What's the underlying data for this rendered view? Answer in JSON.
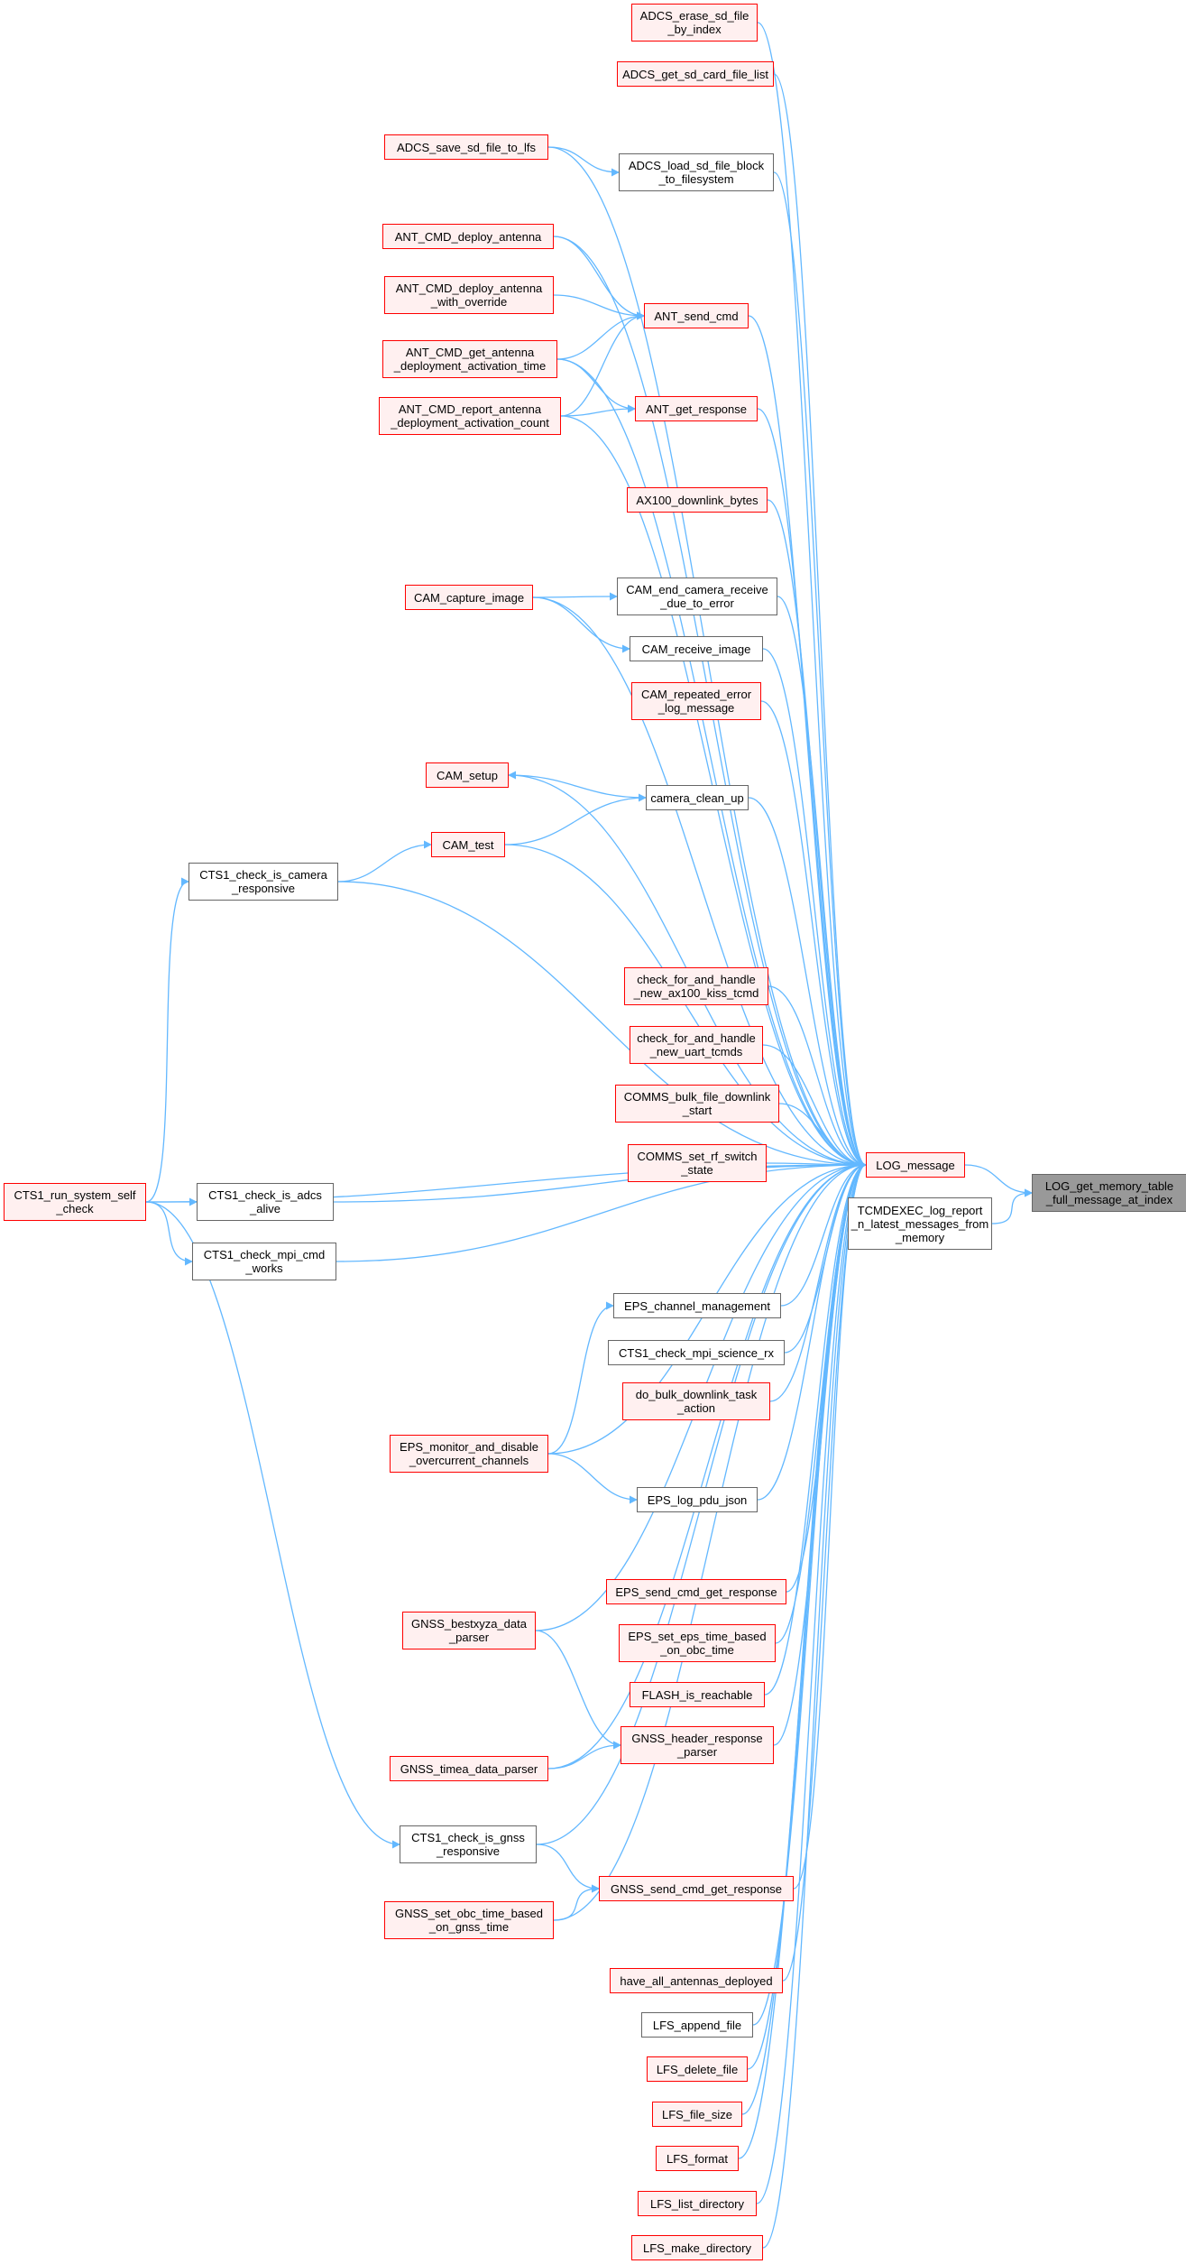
{
  "colors": {
    "edge": "#63b8ff",
    "red_border": "#ff0000",
    "red_fill": "#fff0f0",
    "gray_border": "#666666",
    "focus_fill": "#999999"
  },
  "nodes": [
    {
      "id": "LOG_get_memory_table_full_message_at_index",
      "label": "LOG_get_memory_table\n_full_message_at_index",
      "style": "focus"
    },
    {
      "id": "LOG_message",
      "label": "LOG_message",
      "style": "red"
    },
    {
      "id": "TCMDEXEC_log_report_n_latest_messages_from_memory",
      "label": "TCMDEXEC_log_report\n_n_latest_messages_from\n_memory",
      "style": "plain"
    },
    {
      "id": "ADCS_erase_sd_file_by_index",
      "label": "ADCS_erase_sd_file\n_by_index",
      "style": "red"
    },
    {
      "id": "ADCS_get_sd_card_file_list",
      "label": "ADCS_get_sd_card_file_list",
      "style": "red"
    },
    {
      "id": "ADCS_save_sd_file_to_lfs",
      "label": "ADCS_save_sd_file_to_lfs",
      "style": "red"
    },
    {
      "id": "ADCS_load_sd_file_block_to_filesystem",
      "label": "ADCS_load_sd_file_block\n_to_filesystem",
      "style": "plain"
    },
    {
      "id": "ANT_CMD_deploy_antenna",
      "label": "ANT_CMD_deploy_antenna",
      "style": "red"
    },
    {
      "id": "ANT_CMD_deploy_antenna_with_override",
      "label": "ANT_CMD_deploy_antenna\n_with_override",
      "style": "red"
    },
    {
      "id": "ANT_send_cmd",
      "label": "ANT_send_cmd",
      "style": "red"
    },
    {
      "id": "ANT_CMD_get_antenna_deployment_activation_time",
      "label": "ANT_CMD_get_antenna\n_deployment_activation_time",
      "style": "red"
    },
    {
      "id": "ANT_CMD_report_antenna_deployment_activation_count",
      "label": "ANT_CMD_report_antenna\n_deployment_activation_count",
      "style": "red"
    },
    {
      "id": "ANT_get_response",
      "label": "ANT_get_response",
      "style": "red"
    },
    {
      "id": "AX100_downlink_bytes",
      "label": "AX100_downlink_bytes",
      "style": "red"
    },
    {
      "id": "CAM_capture_image",
      "label": "CAM_capture_image",
      "style": "red"
    },
    {
      "id": "CAM_end_camera_receive_due_to_error",
      "label": "CAM_end_camera_receive\n_due_to_error",
      "style": "plain"
    },
    {
      "id": "CAM_receive_image",
      "label": "CAM_receive_image",
      "style": "plain"
    },
    {
      "id": "CAM_repeated_error_log_message",
      "label": "CAM_repeated_error\n_log_message",
      "style": "red"
    },
    {
      "id": "CAM_setup",
      "label": "CAM_setup",
      "style": "red"
    },
    {
      "id": "camera_clean_up",
      "label": "camera_clean_up",
      "style": "plain"
    },
    {
      "id": "CAM_test",
      "label": "CAM_test",
      "style": "red"
    },
    {
      "id": "CTS1_check_is_camera_responsive",
      "label": "CTS1_check_is_camera\n_responsive",
      "style": "plain"
    },
    {
      "id": "check_for_and_handle_new_ax100_kiss_tcmd",
      "label": "check_for_and_handle\n_new_ax100_kiss_tcmd",
      "style": "red"
    },
    {
      "id": "check_for_and_handle_new_uart_tcmds",
      "label": "check_for_and_handle\n_new_uart_tcmds",
      "style": "red"
    },
    {
      "id": "COMMS_bulk_file_downlink_start",
      "label": "COMMS_bulk_file_downlink\n_start",
      "style": "red"
    },
    {
      "id": "COMMS_set_rf_switch_state",
      "label": "COMMS_set_rf_switch\n_state",
      "style": "red"
    },
    {
      "id": "CTS1_run_system_self_check",
      "label": "CTS1_run_system_self\n_check",
      "style": "red"
    },
    {
      "id": "CTS1_check_is_adcs_alive",
      "label": "CTS1_check_is_adcs\n_alive",
      "style": "plain"
    },
    {
      "id": "CTS1_check_mpi_cmd_works",
      "label": "CTS1_check_mpi_cmd\n_works",
      "style": "plain"
    },
    {
      "id": "EPS_channel_management",
      "label": "EPS_channel_management",
      "style": "plain"
    },
    {
      "id": "CTS1_check_mpi_science_rx",
      "label": "CTS1_check_mpi_science_rx",
      "style": "plain"
    },
    {
      "id": "do_bulk_downlink_task_action",
      "label": "do_bulk_downlink_task\n_action",
      "style": "red"
    },
    {
      "id": "EPS_monitor_and_disable_overcurrent_channels",
      "label": "EPS_monitor_and_disable\n_overcurrent_channels",
      "style": "red"
    },
    {
      "id": "EPS_log_pdu_json",
      "label": "EPS_log_pdu_json",
      "style": "plain"
    },
    {
      "id": "EPS_send_cmd_get_response",
      "label": "EPS_send_cmd_get_response",
      "style": "red"
    },
    {
      "id": "EPS_set_eps_time_based_on_obc_time",
      "label": "EPS_set_eps_time_based\n_on_obc_time",
      "style": "red"
    },
    {
      "id": "FLASH_is_reachable",
      "label": "FLASH_is_reachable",
      "style": "red"
    },
    {
      "id": "GNSS_bestxyza_data_parser",
      "label": "GNSS_bestxyza_data\n_parser",
      "style": "red"
    },
    {
      "id": "GNSS_header_response_parser",
      "label": "GNSS_header_response\n_parser",
      "style": "red"
    },
    {
      "id": "GNSS_timea_data_parser",
      "label": "GNSS_timea_data_parser",
      "style": "red"
    },
    {
      "id": "CTS1_check_is_gnss_responsive",
      "label": "CTS1_check_is_gnss\n_responsive",
      "style": "plain"
    },
    {
      "id": "GNSS_send_cmd_get_response",
      "label": "GNSS_send_cmd_get_response",
      "style": "red"
    },
    {
      "id": "GNSS_set_obc_time_based_on_gnss_time",
      "label": "GNSS_set_obc_time_based\n_on_gnss_time",
      "style": "red"
    },
    {
      "id": "have_all_antennas_deployed",
      "label": "have_all_antennas_deployed",
      "style": "red"
    },
    {
      "id": "LFS_append_file",
      "label": "LFS_append_file",
      "style": "plain"
    },
    {
      "id": "LFS_delete_file",
      "label": "LFS_delete_file",
      "style": "red"
    },
    {
      "id": "LFS_file_size",
      "label": "LFS_file_size",
      "style": "red"
    },
    {
      "id": "LFS_format",
      "label": "LFS_format",
      "style": "red"
    },
    {
      "id": "LFS_list_directory",
      "label": "LFS_list_directory",
      "style": "red"
    },
    {
      "id": "LFS_make_directory",
      "label": "LFS_make_directory",
      "style": "red"
    }
  ],
  "edges": [
    [
      "LOG_message",
      "LOG_get_memory_table_full_message_at_index"
    ],
    [
      "TCMDEXEC_log_report_n_latest_messages_from_memory",
      "LOG_get_memory_table_full_message_at_index"
    ],
    [
      "ADCS_erase_sd_file_by_index",
      "LOG_message"
    ],
    [
      "ADCS_get_sd_card_file_list",
      "LOG_message"
    ],
    [
      "ADCS_save_sd_file_to_lfs",
      "LOG_message"
    ],
    [
      "ADCS_save_sd_file_to_lfs",
      "ADCS_load_sd_file_block_to_filesystem"
    ],
    [
      "ADCS_load_sd_file_block_to_filesystem",
      "LOG_message"
    ],
    [
      "ANT_CMD_deploy_antenna",
      "LOG_message"
    ],
    [
      "ANT_CMD_deploy_antenna",
      "ANT_send_cmd"
    ],
    [
      "ANT_CMD_deploy_antenna_with_override",
      "ANT_send_cmd"
    ],
    [
      "ANT_CMD_get_antenna_deployment_activation_time",
      "ANT_send_cmd"
    ],
    [
      "ANT_CMD_get_antenna_deployment_activation_time",
      "ANT_get_response"
    ],
    [
      "ANT_CMD_get_antenna_deployment_activation_time",
      "LOG_message"
    ],
    [
      "ANT_CMD_report_antenna_deployment_activation_count",
      "ANT_send_cmd"
    ],
    [
      "ANT_CMD_report_antenna_deployment_activation_count",
      "ANT_get_response"
    ],
    [
      "ANT_CMD_report_antenna_deployment_activation_count",
      "LOG_message"
    ],
    [
      "ANT_send_cmd",
      "LOG_message"
    ],
    [
      "ANT_get_response",
      "LOG_message"
    ],
    [
      "AX100_downlink_bytes",
      "LOG_message"
    ],
    [
      "CAM_capture_image",
      "LOG_message"
    ],
    [
      "CAM_capture_image",
      "CAM_end_camera_receive_due_to_error"
    ],
    [
      "CAM_capture_image",
      "CAM_receive_image"
    ],
    [
      "CAM_end_camera_receive_due_to_error",
      "LOG_message"
    ],
    [
      "CAM_receive_image",
      "LOG_message"
    ],
    [
      "CAM_repeated_error_log_message",
      "LOG_message"
    ],
    [
      "CAM_setup",
      "LOG_message"
    ],
    [
      "camera_clean_up",
      "CAM_setup"
    ],
    [
      "CAM_test",
      "camera_clean_up"
    ],
    [
      "CAM_test",
      "LOG_message"
    ],
    [
      "camera_clean_up",
      "LOG_message"
    ],
    [
      "CTS1_check_is_camera_responsive",
      "CAM_test"
    ],
    [
      "CTS1_check_is_camera_responsive",
      "LOG_message"
    ],
    [
      "CTS1_run_system_self_check",
      "CTS1_check_is_camera_responsive"
    ],
    [
      "CTS1_run_system_self_check",
      "LOG_message"
    ],
    [
      "CTS1_run_system_self_check",
      "CTS1_check_is_adcs_alive"
    ],
    [
      "CTS1_run_system_self_check",
      "CTS1_check_mpi_cmd_works"
    ],
    [
      "CTS1_run_system_self_check",
      "CTS1_check_is_gnss_responsive"
    ],
    [
      "check_for_and_handle_new_ax100_kiss_tcmd",
      "LOG_message"
    ],
    [
      "check_for_and_handle_new_uart_tcmds",
      "LOG_message"
    ],
    [
      "COMMS_bulk_file_downlink_start",
      "LOG_message"
    ],
    [
      "COMMS_set_rf_switch_state",
      "LOG_message"
    ],
    [
      "CTS1_check_is_adcs_alive",
      "LOG_message"
    ],
    [
      "CTS1_check_mpi_cmd_works",
      "LOG_message"
    ],
    [
      "EPS_channel_management",
      "LOG_message"
    ],
    [
      "EPS_monitor_and_disable_overcurrent_channels",
      "EPS_channel_management"
    ],
    [
      "CTS1_check_mpi_science_rx",
      "LOG_message"
    ],
    [
      "do_bulk_downlink_task_action",
      "LOG_message"
    ],
    [
      "EPS_monitor_and_disable_overcurrent_channels",
      "LOG_message"
    ],
    [
      "EPS_monitor_and_disable_overcurrent_channels",
      "EPS_log_pdu_json"
    ],
    [
      "EPS_log_pdu_json",
      "LOG_message"
    ],
    [
      "GNSS_bestxyza_data_parser",
      "LOG_message"
    ],
    [
      "EPS_send_cmd_get_response",
      "LOG_message"
    ],
    [
      "EPS_set_eps_time_based_on_obc_time",
      "LOG_message"
    ],
    [
      "FLASH_is_reachable",
      "LOG_message"
    ],
    [
      "GNSS_bestxyza_data_parser",
      "GNSS_header_response_parser"
    ],
    [
      "GNSS_timea_data_parser",
      "GNSS_header_response_parser"
    ],
    [
      "GNSS_header_response_parser",
      "LOG_message"
    ],
    [
      "GNSS_timea_data_parser",
      "LOG_message"
    ],
    [
      "CTS1_check_is_gnss_responsive",
      "LOG_message"
    ],
    [
      "CTS1_check_is_gnss_responsive",
      "GNSS_send_cmd_get_response"
    ],
    [
      "GNSS_set_obc_time_based_on_gnss_time",
      "GNSS_send_cmd_get_response"
    ],
    [
      "GNSS_send_cmd_get_response",
      "LOG_message"
    ],
    [
      "GNSS_set_obc_time_based_on_gnss_time",
      "LOG_message"
    ],
    [
      "have_all_antennas_deployed",
      "LOG_message"
    ],
    [
      "LFS_append_file",
      "LOG_message"
    ],
    [
      "LFS_delete_file",
      "LOG_message"
    ],
    [
      "LFS_file_size",
      "LOG_message"
    ],
    [
      "LFS_format",
      "LOG_message"
    ],
    [
      "LFS_list_directory",
      "LOG_message"
    ],
    [
      "LFS_make_directory",
      "LOG_message"
    ]
  ]
}
